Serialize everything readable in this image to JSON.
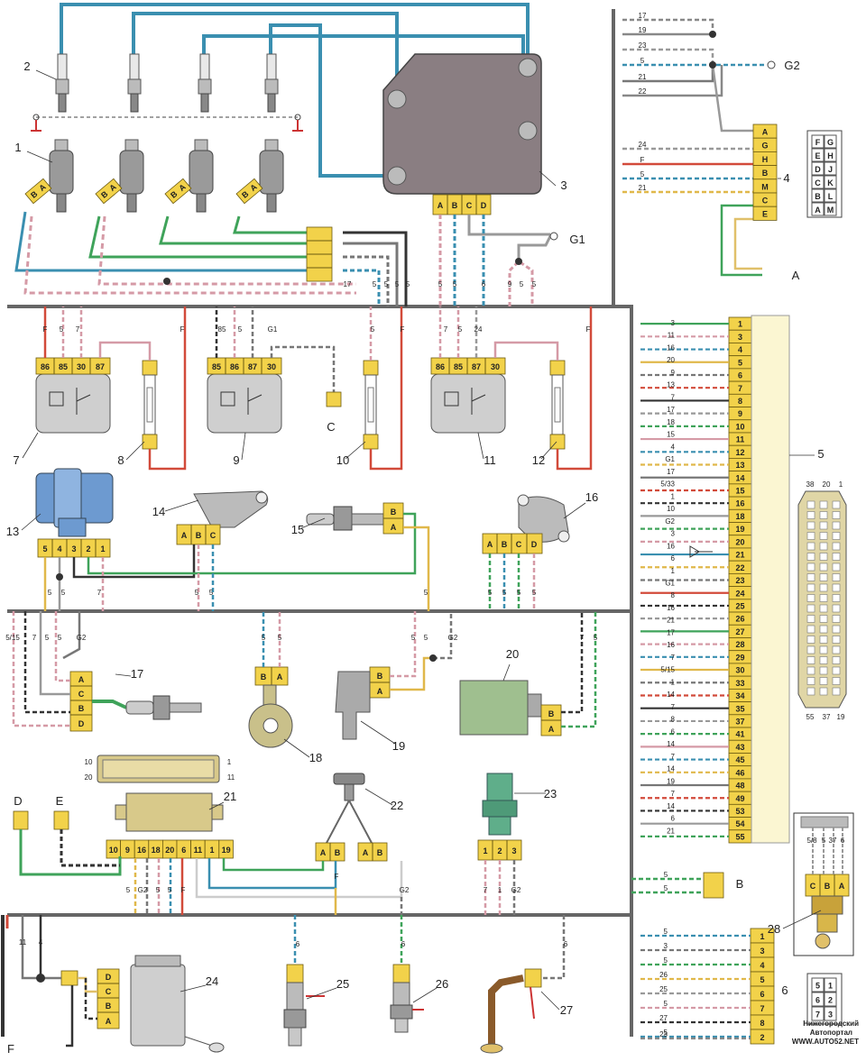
{
  "components": [
    "1",
    "2",
    "3",
    "4",
    "5",
    "6",
    "7",
    "8",
    "9",
    "10",
    "11",
    "12",
    "13",
    "14",
    "15",
    "16",
    "17",
    "18",
    "19",
    "20",
    "21",
    "22",
    "23",
    "24",
    "25",
    "26",
    "27",
    "28"
  ],
  "grounds": [
    "G1",
    "G2"
  ],
  "points": [
    "A",
    "B",
    "C",
    "D",
    "E",
    "F"
  ],
  "coil_pins": [
    "A",
    "B",
    "C",
    "D"
  ],
  "relay1_pins": [
    "86",
    "85",
    "30",
    "87"
  ],
  "relay9_pins": [
    "85",
    "86",
    "87",
    "30"
  ],
  "relay11_pins": [
    "86",
    "85",
    "87",
    "30"
  ],
  "maf_pins": [
    "5",
    "4",
    "3",
    "2",
    "1"
  ],
  "tps_pins": [
    "A",
    "B",
    "C"
  ],
  "idle_pins": [
    "A",
    "B",
    "C",
    "D"
  ],
  "o2_pins": [
    "A",
    "C",
    "B",
    "D"
  ],
  "diag_pins": [
    "10",
    "9",
    "16",
    "18",
    "20",
    "6",
    "11",
    "1",
    "19"
  ],
  "fuelpump_pins": [
    "D",
    "C",
    "B",
    "A"
  ],
  "dash_pins": [
    "A",
    "G",
    "H",
    "B",
    "M",
    "C",
    "E"
  ],
  "dash_legend": [
    [
      "F",
      "G"
    ],
    [
      "E",
      "H"
    ],
    [
      "D",
      "J"
    ],
    [
      "C",
      "K"
    ],
    [
      "B",
      "L"
    ],
    [
      "A",
      "M"
    ]
  ],
  "diag_socket": {
    "left_top": "10",
    "left_bottom": "20",
    "right_top": "1",
    "right_bottom": "11"
  },
  "ecu_pins": [
    "1",
    "3",
    "4",
    "5",
    "6",
    "7",
    "8",
    "9",
    "10",
    "11",
    "12",
    "13",
    "14",
    "15",
    "16",
    "18",
    "19",
    "20",
    "21",
    "22",
    "23",
    "24",
    "25",
    "26",
    "27",
    "28",
    "29",
    "30",
    "33",
    "34",
    "35",
    "37",
    "41",
    "43",
    "45",
    "46",
    "48",
    "49",
    "53",
    "54",
    "55"
  ],
  "ecu_wires": [
    "3",
    "11",
    "16",
    "20",
    "9",
    "13",
    "7",
    "17",
    "18",
    "15",
    "4",
    "G1",
    "17",
    "5/33",
    "1",
    "10",
    "G2",
    "3",
    "16",
    "6",
    "1",
    "G1",
    "8",
    "16",
    "21",
    "17",
    "16",
    "7",
    "5/15",
    "1",
    "14",
    "7",
    "8",
    "6",
    "14",
    "7",
    "14",
    "19",
    "7",
    "14",
    "6",
    "21"
  ],
  "ecu_socket": {
    "top": [
      "38",
      "20",
      "1"
    ],
    "bottom": [
      "55",
      "37",
      "19"
    ]
  },
  "harness6_pins": [
    "1",
    "3",
    "4",
    "5",
    "6",
    "7",
    "8",
    "2"
  ],
  "harness6_wires": [
    "5",
    "3",
    "5",
    "26",
    "25",
    "5",
    "27",
    "5",
    "23"
  ],
  "harness6_legend": [
    [
      "5",
      "1"
    ],
    [
      "6",
      "2"
    ],
    [
      "7",
      "3"
    ]
  ],
  "top_harness_wires": [
    "17",
    "19",
    "23",
    "5",
    "21",
    "22"
  ],
  "dash_wires": [
    "24",
    "F",
    "5",
    "21"
  ],
  "b_wires": [
    "5",
    "5"
  ],
  "sensor28_wires": [
    "5/8",
    "5",
    "37",
    "6"
  ],
  "coil_wires": [
    "5",
    "5",
    "6",
    "9",
    "5",
    "5"
  ],
  "watermark": [
    "Нижегородский",
    "Автопортал",
    "WWW.AUTO52.NET"
  ]
}
